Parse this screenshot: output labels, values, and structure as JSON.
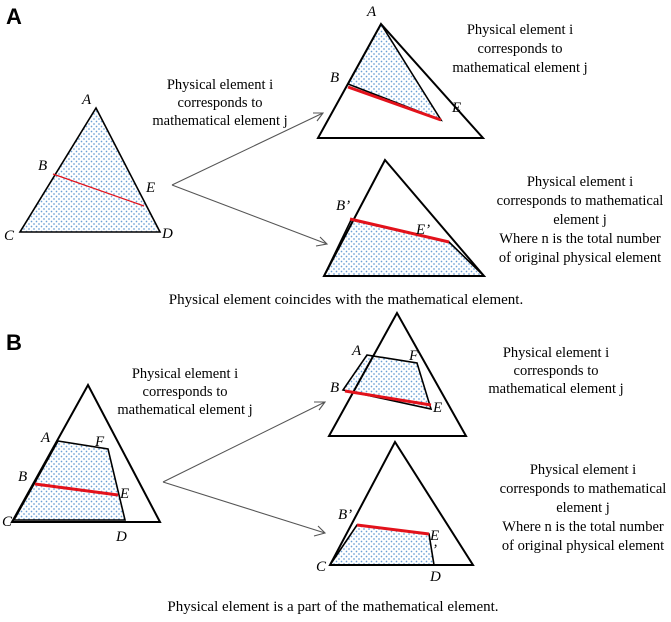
{
  "panels": {
    "a": {
      "letter": "A",
      "left_labels": {
        "A": "A",
        "B": "B",
        "C": "C",
        "D": "D",
        "E": "E"
      },
      "left_text": [
        "Physical element i",
        "corresponds to",
        "mathematical element j"
      ],
      "top_labels": {
        "A": "A",
        "B": "B",
        "E": "E"
      },
      "top_text": [
        "Physical element i",
        "corresponds to",
        "mathematical element j"
      ],
      "bottom_labels": {
        "B": "B’",
        "E": "E’"
      },
      "bottom_text": [
        "Physical element i",
        "corresponds to mathematical",
        "element j",
        "Where n is the total number",
        "of original physical element"
      ],
      "caption": "Physical element coincides with the mathematical element."
    },
    "b": {
      "letter": "B",
      "left_labels": {
        "A": "A",
        "B": "B",
        "C": "C",
        "D": "D",
        "E": "E",
        "F": "F"
      },
      "left_text": [
        "Physical element i",
        "corresponds to",
        "mathematical element j"
      ],
      "top_labels": {
        "A": "A",
        "B": "B",
        "E": "E",
        "F": "F"
      },
      "top_text": [
        "Physical element i",
        "corresponds to",
        "mathematical element j"
      ],
      "bottom_labels": {
        "B": "B’",
        "C": "C",
        "D": "D",
        "E": "E",
        "tick": "’"
      },
      "bottom_text": [
        "Physical element i",
        "corresponds to mathematical",
        "element j",
        "Where n is the total number",
        "of original physical element"
      ],
      "caption": "Physical element is a part of the mathematical element."
    }
  },
  "colors": {
    "red_line": "#e3121b",
    "dot_fill": "#6a9fd4",
    "outline": "#000000",
    "arrow": "#555555"
  }
}
